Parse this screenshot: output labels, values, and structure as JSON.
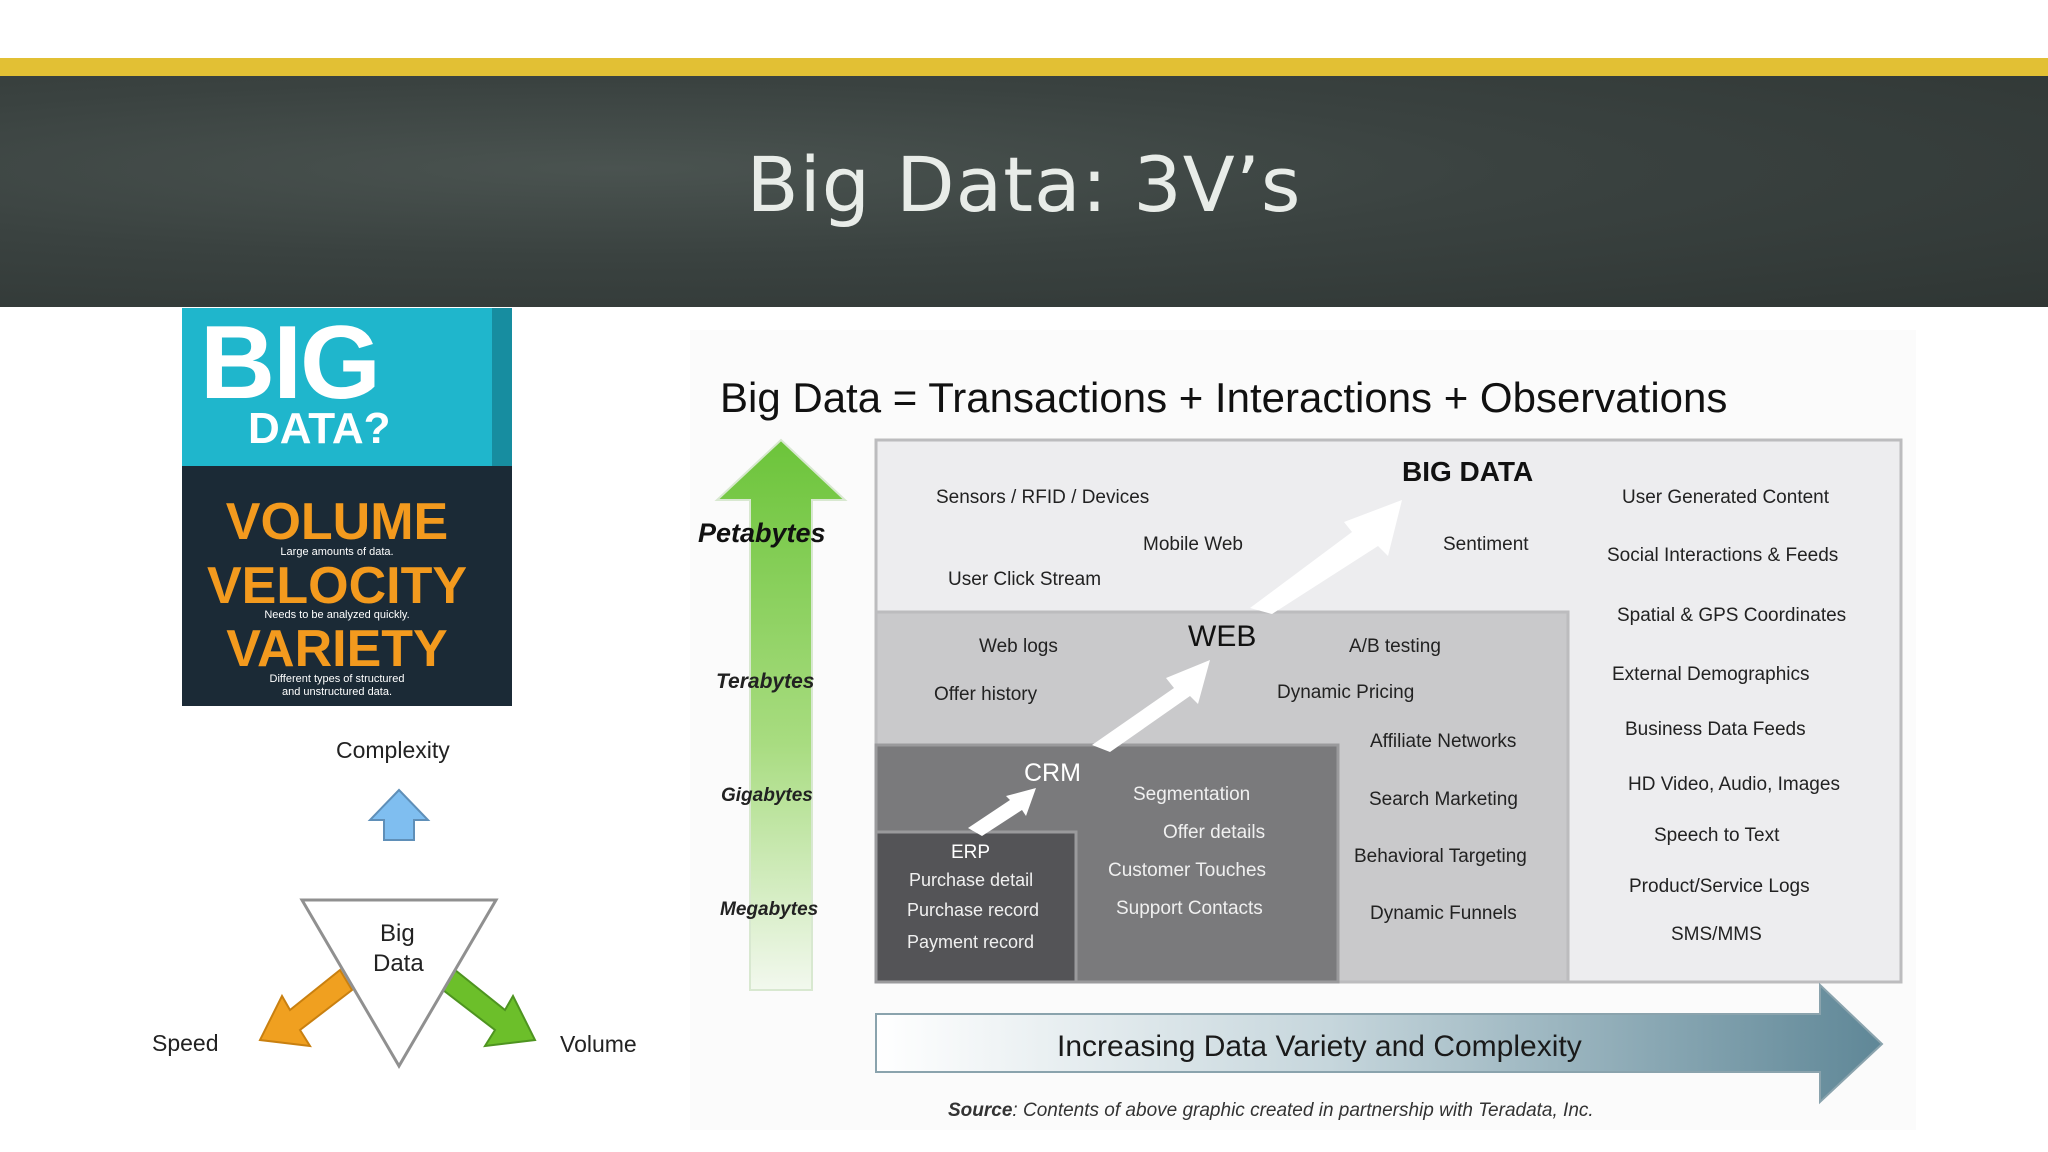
{
  "slide": {
    "title": "Big Data: 3V’s"
  },
  "book": {
    "big": "BIG",
    "data": "DATA?",
    "volume": "VOLUME",
    "volume_sub": "Large amounts of data.",
    "velocity": "VELOCITY",
    "velocity_sub": "Needs to be analyzed quickly.",
    "variety": "VARIETY",
    "variety_sub_1": "Different types of structured",
    "variety_sub_2": "and unstructured data."
  },
  "triangle": {
    "complexity": "Complexity",
    "center_line1": "Big",
    "center_line2": "Data",
    "speed": "Speed",
    "volume": "Volume",
    "colors": {
      "up": "#7fbef0",
      "left": "#f0a020",
      "right": "#6cbf2a"
    }
  },
  "graphic": {
    "heading": "Big Data = Transactions + Interactions + Observations",
    "scale": [
      "Petabytes",
      "Terabytes",
      "Gigabytes",
      "Megabytes"
    ],
    "big_data": {
      "label": "BIG DATA",
      "items": [
        "Sensors / RFID / Devices",
        "Mobile Web",
        "User Click Stream",
        "Sentiment"
      ],
      "right_items": [
        "User Generated Content",
        "Social Interactions & Feeds",
        "Spatial & GPS Coordinates",
        "External Demographics",
        "Business Data Feeds",
        "HD Video, Audio, Images",
        "Speech to Text",
        "Product/Service Logs",
        "SMS/MMS"
      ]
    },
    "web": {
      "label": "WEB",
      "items": [
        "Web logs",
        "A/B testing",
        "Offer history",
        "Dynamic Pricing",
        "Affiliate Networks",
        "Search Marketing",
        "Behavioral Targeting",
        "Dynamic Funnels"
      ]
    },
    "crm": {
      "label": "CRM",
      "items": [
        "Segmentation",
        "Offer details",
        "Customer Touches",
        "Support Contacts"
      ]
    },
    "erp": {
      "label": "ERP",
      "items": [
        "Purchase detail",
        "Purchase record",
        "Payment record"
      ]
    },
    "bottom_arrow": "Increasing Data Variety and Complexity",
    "source_label": "Source",
    "source_text": ": Contents of above graphic created in partnership with Teradata, Inc."
  }
}
